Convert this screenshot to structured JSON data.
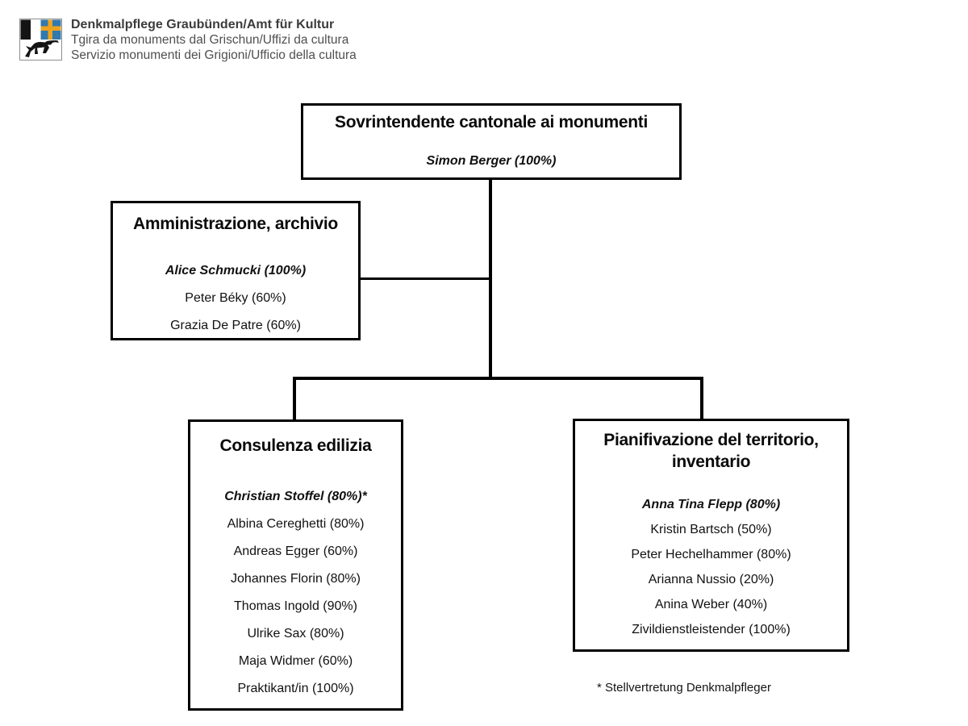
{
  "logo": {
    "title_de": "Denkmalpflege Graubünden/Amt für Kultur",
    "subtitle_rm": "Tgira da monuments dal Grischun/Uffizi da cultura",
    "subtitle_it": "Servizio monumenti dei Grigioni/Ufficio della cultura",
    "coat_of_arms": "graubuenden-canton-arms"
  },
  "chart": {
    "root": {
      "title": "Sovrintendente cantonale ai monumenti",
      "members": [
        {
          "name": "Simon Berger (100%)",
          "lead": true
        }
      ]
    },
    "administration": {
      "title": "Amministrazione, archivio",
      "members": [
        {
          "name": "Alice Schmucki (100%)",
          "lead": true
        },
        {
          "name": "Peter Béky (60%)",
          "lead": false
        },
        {
          "name": "Grazia De Patre (60%)",
          "lead": false
        }
      ]
    },
    "building_consulting": {
      "title": "Consulenza edilizia",
      "members": [
        {
          "name": "Christian Stoffel (80%)*",
          "lead": true
        },
        {
          "name": "Albina Cereghetti (80%)",
          "lead": false
        },
        {
          "name": "Andreas Egger (60%)",
          "lead": false
        },
        {
          "name": "Johannes Florin (80%)",
          "lead": false
        },
        {
          "name": "Thomas Ingold (90%)",
          "lead": false
        },
        {
          "name": "Ulrike Sax (80%)",
          "lead": false
        },
        {
          "name": "Maja Widmer (60%)",
          "lead": false
        },
        {
          "name": "Praktikant/in (100%)",
          "lead": false
        }
      ]
    },
    "territorial_planning": {
      "title": "Pianifivazione del territorio, inventario",
      "members": [
        {
          "name": "Anna Tina Flepp (80%)",
          "lead": true
        },
        {
          "name": "Kristin Bartsch (50%)",
          "lead": false
        },
        {
          "name": "Peter Hechelhammer (80%)",
          "lead": false
        },
        {
          "name": "Arianna Nussio (20%)",
          "lead": false
        },
        {
          "name": "Anina Weber (40%)",
          "lead": false
        },
        {
          "name": "Zivildienstleistender (100%)",
          "lead": false
        }
      ]
    },
    "footnote": "* Stellvertretung Denkmalpfleger"
  },
  "colors": {
    "line": "#000000",
    "box_border": "#000000",
    "arms_blue": "#3279ad",
    "arms_gold": "#eda31f",
    "arms_black": "#141414",
    "logo_text": "#3c3c3c"
  }
}
